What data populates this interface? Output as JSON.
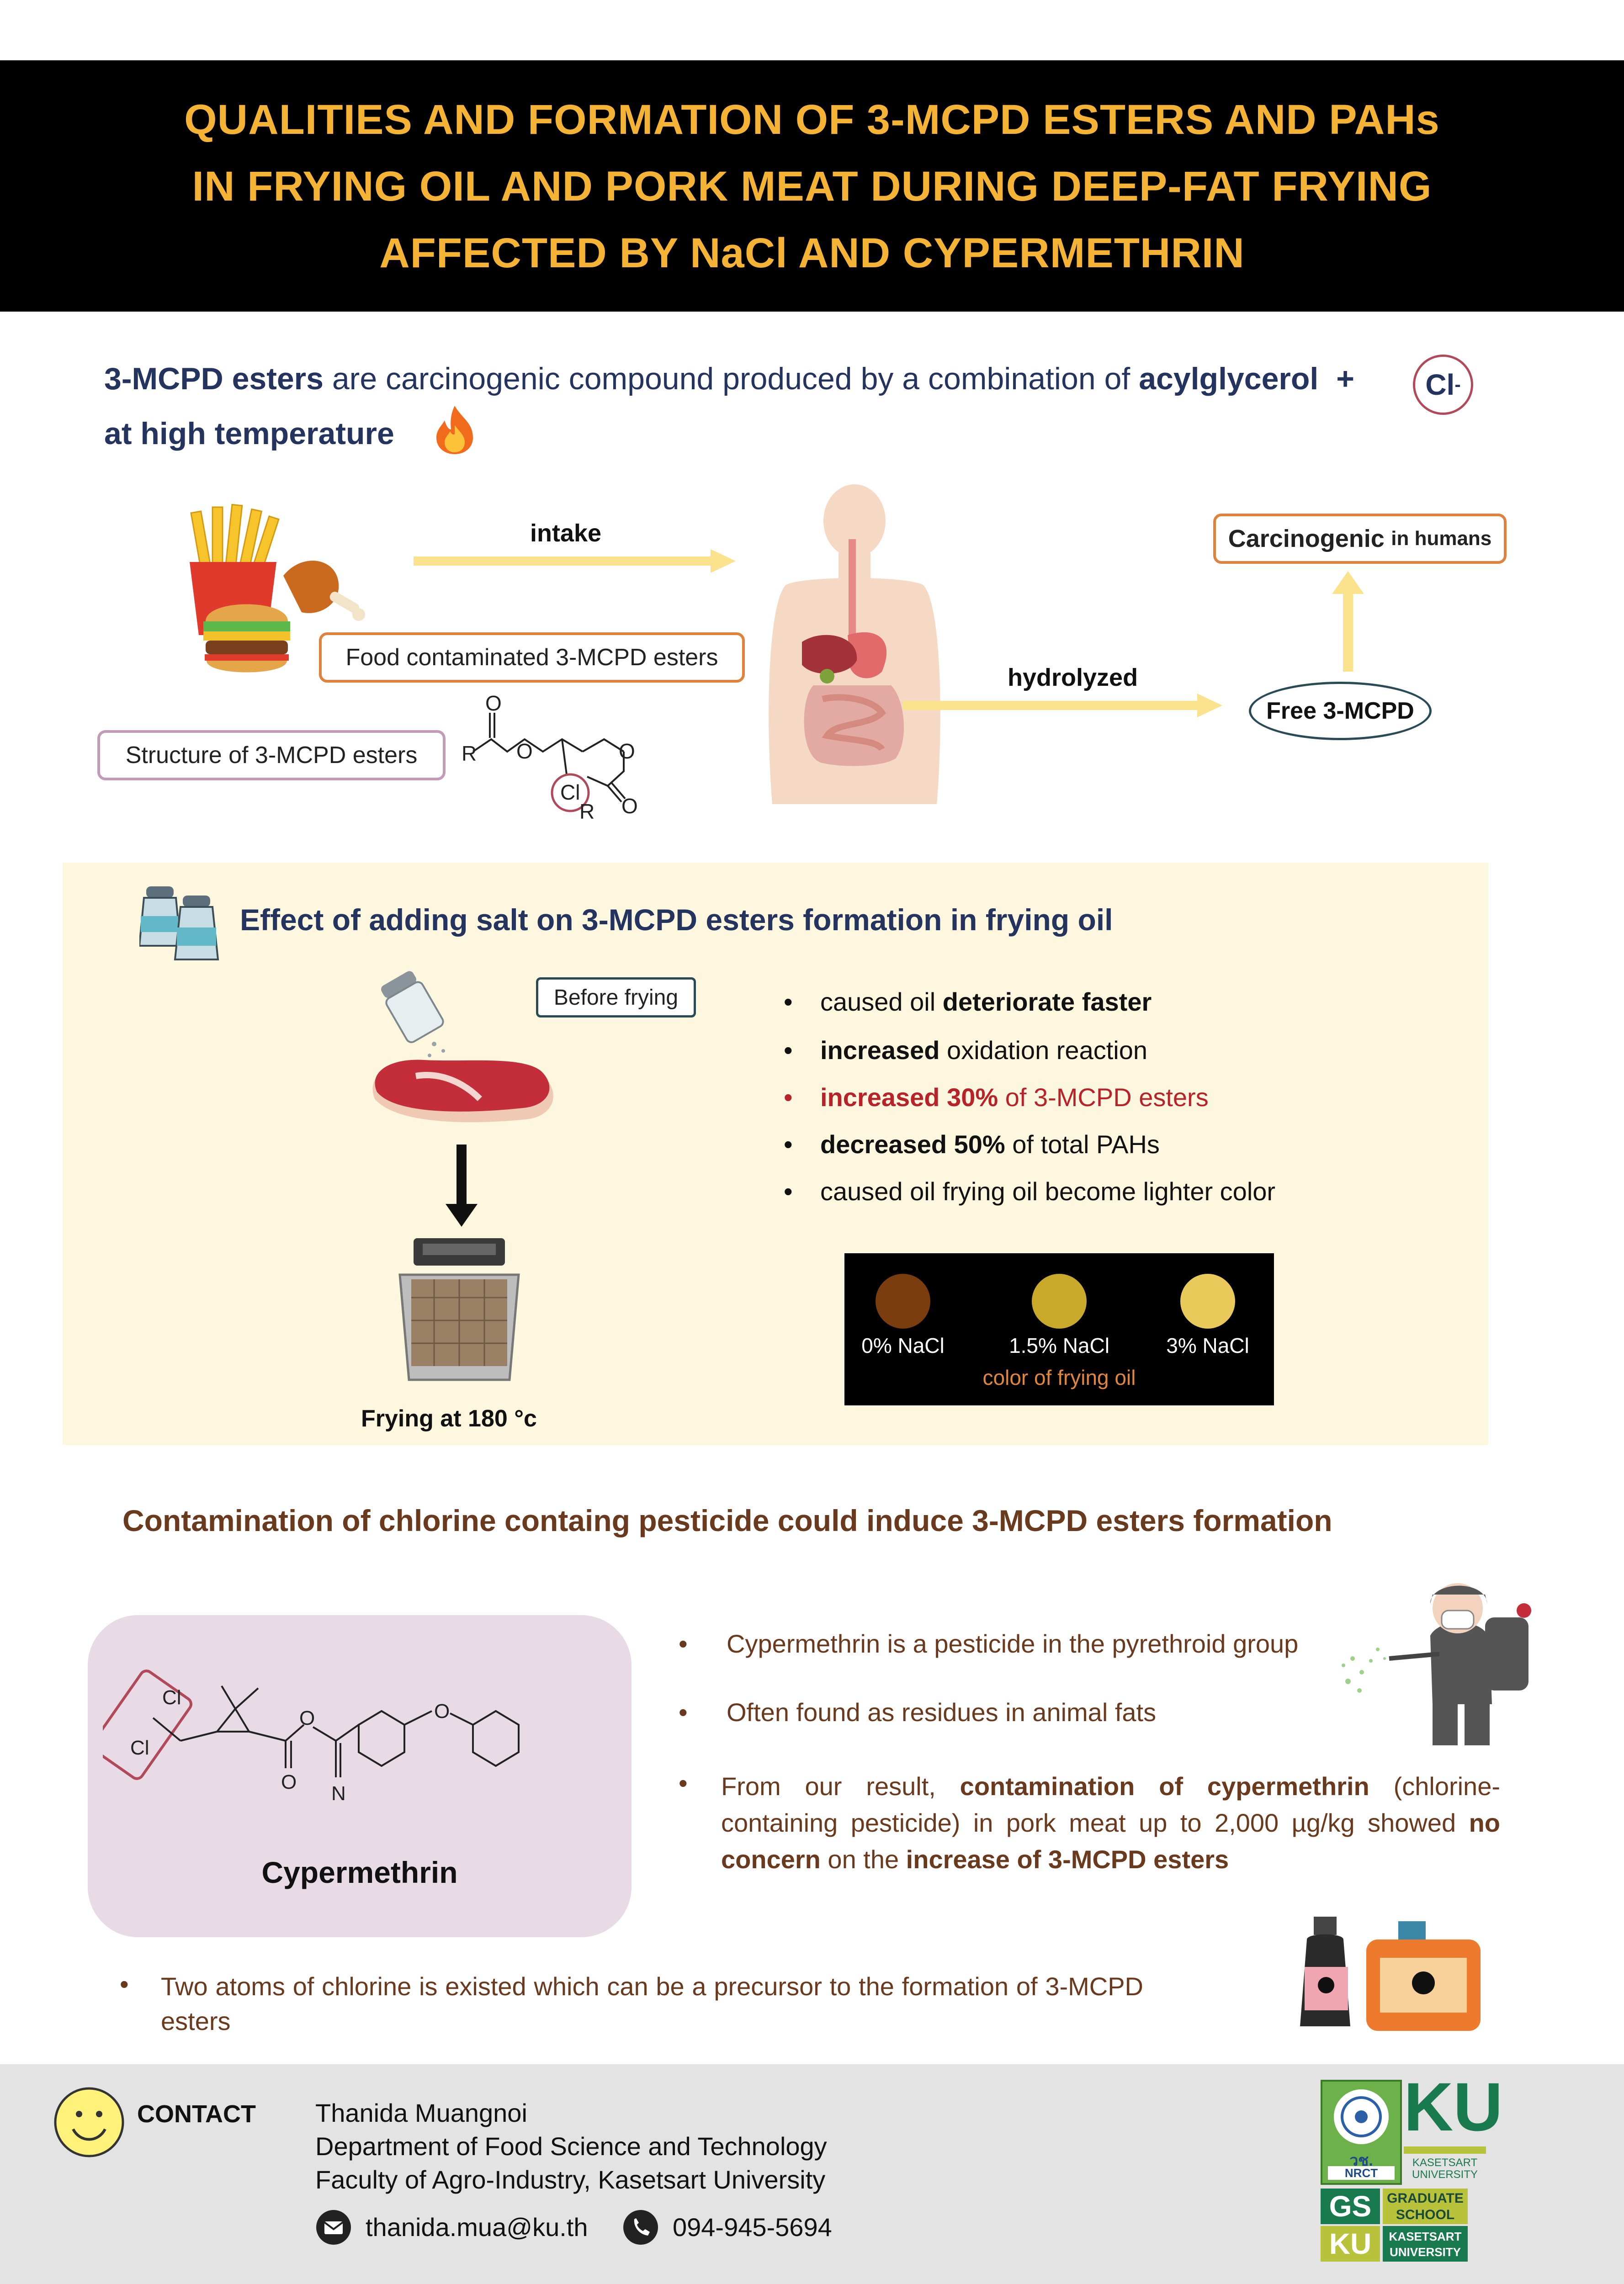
{
  "header": {
    "title_lines": [
      "QUALITIES AND FORMATION OF 3-MCPD ESTERS AND PAHs",
      "IN FRYING OIL AND PORK MEAT DURING DEEP-FAT FRYING",
      "AFFECTED BY NaCl AND CYPERMETHRIN"
    ]
  },
  "intro": {
    "term": "3-MCPD esters",
    "text": "are carcinogenic compound produced by a combination of",
    "acyl": "acylglycerol",
    "plus": "+",
    "chloride": "Cl",
    "chloride_sup": "-",
    "line2": "at high temperature"
  },
  "pathway": {
    "intake_label": "intake",
    "food_box": "Food contaminated 3-MCPD esters",
    "structure_box": "Structure of 3-MCPD esters",
    "hydrolyzed_label": "hydrolyzed",
    "free_label": "Free 3-MCPD",
    "carcinogenic_bold": "Carcinogenic",
    "carcinogenic_rest": "in humans",
    "chem_R1": "R",
    "chem_R2": "R",
    "chem_O": "O",
    "chem_Cl": "Cl"
  },
  "salt": {
    "heading": "Effect of adding salt on 3-MCPD esters formation in frying oil",
    "before_box": "Before frying",
    "frying_label": "Frying at 180 °c",
    "bullets": [
      {
        "pre": "caused oil ",
        "bold": "deteriorate faster",
        "post": "",
        "red": false
      },
      {
        "pre": "",
        "bold": "increased",
        "post": " oxidation reaction",
        "red": false
      },
      {
        "pre": "",
        "bold": "increased 30%",
        "post": " of 3-MCPD esters",
        "red": true
      },
      {
        "pre": "",
        "bold": "decreased 50%",
        "post": " of total PAHs",
        "red": false
      },
      {
        "pre": "caused oil frying oil become lighter color",
        "bold": "",
        "post": "",
        "red": false
      }
    ],
    "oil_colors": [
      {
        "label": "0% NaCl",
        "color": "#7a3e0e"
      },
      {
        "label": "1.5% NaCl",
        "color": "#c9a92a"
      },
      {
        "label": "3% NaCl",
        "color": "#e8c95a"
      }
    ],
    "oil_caption": "color of frying oil"
  },
  "pesticide": {
    "heading": "Contamination of chlorine containg pesticide could induce 3-MCPD esters formation",
    "molecule_name": "Cypermethrin",
    "mol_Cl1": "Cl",
    "mol_Cl2": "Cl",
    "mol_O": "O",
    "mol_N": "N",
    "bullet1": "Cypermethrin is a pesticide in the pyrethroid group",
    "bullet2": "Often found as residues in animal fats",
    "bullet3_pre": "From our result, ",
    "bullet3_b1": "contamination of cypermethrin",
    "bullet3_mid": " (chlorine-containing pesticide) in pork meat up to 2,000 µg/kg showed ",
    "bullet3_b2": "no concern",
    "bullet3_mid2": " on the ",
    "bullet3_b3": "increase of 3-MCPD esters",
    "bullet4": "Two atoms of chlorine is existed which can be a precursor to the formation of 3-MCPD esters"
  },
  "footer": {
    "contact_label": "CONTACT",
    "name": "Thanida Muangnoi",
    "dept": "Department of Food Science and Technology",
    "faculty": "Faculty of Agro-Industry, Kasetsart University",
    "email": "thanida.mua@ku.th",
    "phone": "094-945-5694",
    "logo_nrct_th": "วช.",
    "logo_nrct": "NRCT",
    "logo_ku": "KU",
    "logo_ku_sub1": "KASETSART",
    "logo_ku_sub2": "UNIVERSITY",
    "logo_gs": "GS",
    "logo_gs_ku": "KU",
    "logo_grad1": "GRADUATE",
    "logo_grad2": "SCHOOL",
    "logo_ks1": "KASETSART",
    "logo_ks2": "UNIVERSITY"
  }
}
